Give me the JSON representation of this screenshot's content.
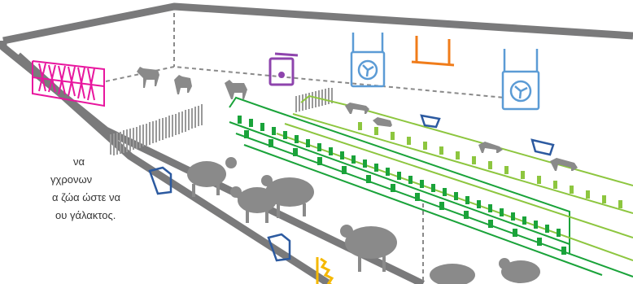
{
  "caption": {
    "lines": [
      "να",
      "γχρονων",
      "α ζώα ώστε να",
      "ου γάλακτος."
    ]
  },
  "colors": {
    "wall": "#7a7a7b",
    "rack": "#e8169e",
    "heater": "#8e44ad",
    "fan": "#5b9bd5",
    "lamp": "#f07c1a",
    "milking_dark": "#1aa33a",
    "milking_light": "#8dc63f",
    "brush": "#f5b800",
    "feeder": "#2c5aa0",
    "animal": "#8a8a8a",
    "fence": "#999999"
  },
  "icons": [
    "fan-icon",
    "heater-icon",
    "lamp-icon",
    "brush-icon",
    "feeder-icon",
    "hay-rack-icon"
  ]
}
